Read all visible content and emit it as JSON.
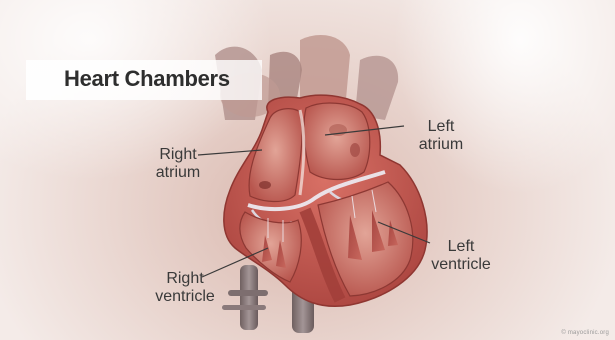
{
  "title": "Heart Chambers",
  "labels": {
    "right_atrium": [
      "Right",
      "atrium"
    ],
    "left_atrium": [
      "Left",
      "atrium"
    ],
    "left_ventricle": [
      "Left",
      "ventricle"
    ],
    "right_ventricle": [
      "Right",
      "ventricle"
    ]
  },
  "credit": "© mayoclinic.org",
  "colors": {
    "myocardium": "#c65a52",
    "chamber_interior": "#d98c7f",
    "valve": "#e9e6ea",
    "vessel": "#8a7a7a",
    "title_text": "#2e2e2e"
  }
}
